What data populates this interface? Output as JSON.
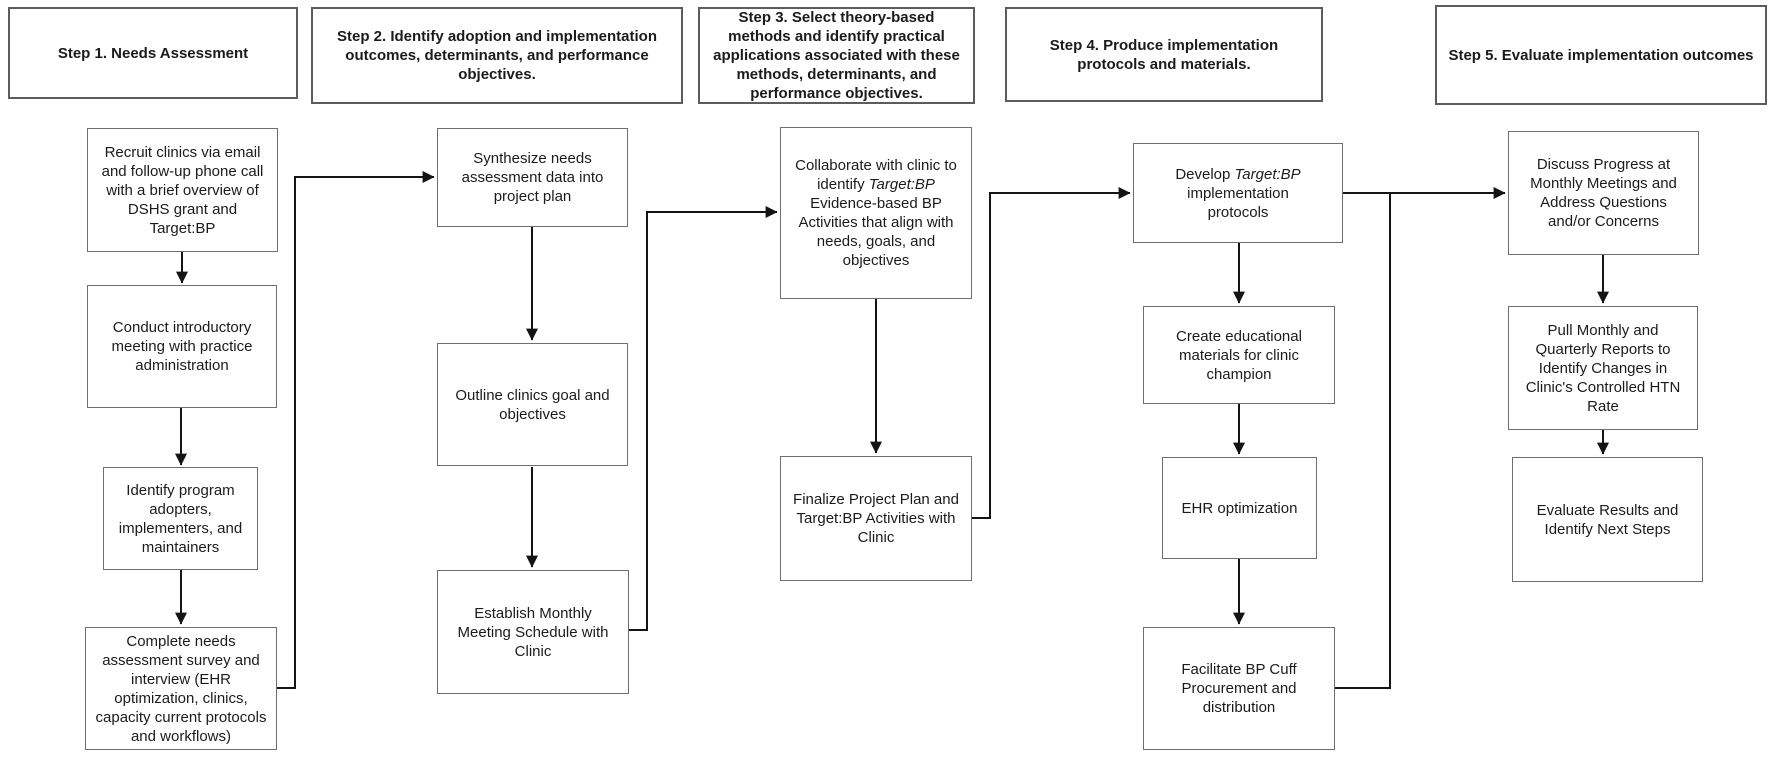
{
  "colors": {
    "background": "#ffffff",
    "box_border": "#6e6e6e",
    "header_border": "#5c5c5c",
    "line": "#141414",
    "text": "#1b1b1b"
  },
  "steps": [
    {
      "header": "Step 1. Needs Assessment",
      "boxes": [
        {
          "text": "Recruit clinics via email and follow-up phone call with a brief overview of DSHS grant and Target:BP"
        },
        {
          "text": "Conduct introductory meeting with practice administration"
        },
        {
          "text": "Identify program adopters, implementers, and maintainers"
        },
        {
          "text": "Complete needs assessment survey and interview (EHR optimization, clinics, capacity current protocols and workflows)"
        }
      ]
    },
    {
      "header": "Step 2. Identify adoption and implementation outcomes, determinants, and performance objectives.",
      "boxes": [
        {
          "text": "Synthesize needs assessment data into project plan"
        },
        {
          "text": "Outline clinics goal and objectives"
        },
        {
          "text": "Establish Monthly Meeting Schedule with Clinic"
        }
      ]
    },
    {
      "header": "Step 3.  Select theory-based methods and identify practical applications associated with these methods, determinants, and performance objectives.",
      "boxes": [
        {
          "pre": "Collaborate with clinic to identify ",
          "italic": "Target:BP",
          "post": " Evidence-based BP Activities that align with needs, goals, and objectives"
        },
        {
          "text": "Finalize Project Plan and Target:BP Activities with Clinic"
        }
      ]
    },
    {
      "header": "Step 4. Produce implementation protocols and materials.",
      "boxes": [
        {
          "pre": "Develop ",
          "italic": "Target:BP",
          "post": " implementation protocols"
        },
        {
          "text": "Create educational materials for clinic champion"
        },
        {
          "text": "EHR optimization"
        },
        {
          "text": "Facilitate BP Cuff Procurement and distribution"
        }
      ]
    },
    {
      "header": "Step 5. Evaluate implementation outcomes",
      "boxes": [
        {
          "text": "Discuss Progress at Monthly Meetings and Address Questions and/or Concerns"
        },
        {
          "text": "Pull Monthly and Quarterly Reports to Identify Changes in Clinic's Controlled HTN Rate"
        },
        {
          "text": "Evaluate Results and Identify Next Steps"
        }
      ]
    }
  ],
  "edges": [
    {
      "from": "step1.box1",
      "to": "step1.box2"
    },
    {
      "from": "step1.box2",
      "to": "step1.box3"
    },
    {
      "from": "step1.box3",
      "to": "step1.box4"
    },
    {
      "from": "step1.box4",
      "to": "step2.box1"
    },
    {
      "from": "step2.box1",
      "to": "step2.box2"
    },
    {
      "from": "step2.box2",
      "to": "step2.box3"
    },
    {
      "from": "step2.box3",
      "to": "step3.box1"
    },
    {
      "from": "step3.box1",
      "to": "step3.box2"
    },
    {
      "from": "step3.box2",
      "to": "step4.box1"
    },
    {
      "from": "step4.box1",
      "to": "step4.box2"
    },
    {
      "from": "step4.box2",
      "to": "step4.box3"
    },
    {
      "from": "step4.box3",
      "to": "step4.box4"
    },
    {
      "from": "step4.box1",
      "to": "step5.box1"
    },
    {
      "from": "step4.box4",
      "to": "step5.box1"
    },
    {
      "from": "step5.box1",
      "to": "step5.box2"
    },
    {
      "from": "step5.box2",
      "to": "step5.box3"
    }
  ]
}
